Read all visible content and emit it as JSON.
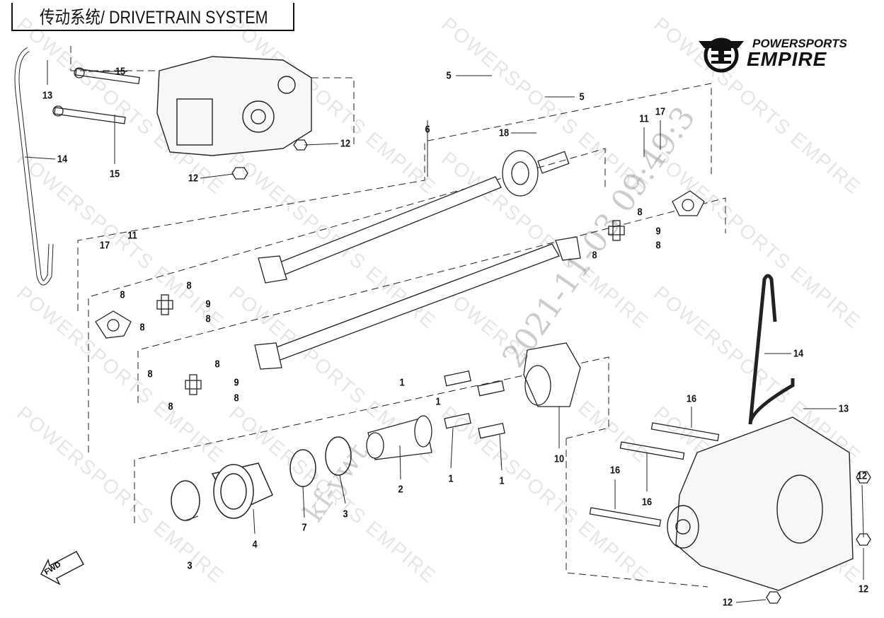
{
  "title": "传动系统/ DRIVETRAIN SYSTEM",
  "logo": {
    "line1": "POWERSPORTS",
    "line2": "EMPIRE"
  },
  "watermark": {
    "text": "POWERSPORTS EMPIRE",
    "timestamp": "2021-11-03 09:49:3",
    "user": "kf-ywt"
  },
  "fwd_label": "FWD",
  "callouts": [
    "15",
    "13",
    "14",
    "15",
    "12",
    "12",
    "5",
    "5",
    "6",
    "18",
    "11",
    "17",
    "8",
    "9",
    "8",
    "8",
    "11",
    "17",
    "8",
    "8",
    "9",
    "8",
    "8",
    "8",
    "8",
    "9",
    "8",
    "8",
    "1",
    "1",
    "10",
    "1",
    "1",
    "2",
    "3",
    "7",
    "4",
    "3",
    "14",
    "16",
    "13",
    "16",
    "16",
    "12",
    "12",
    "12"
  ]
}
